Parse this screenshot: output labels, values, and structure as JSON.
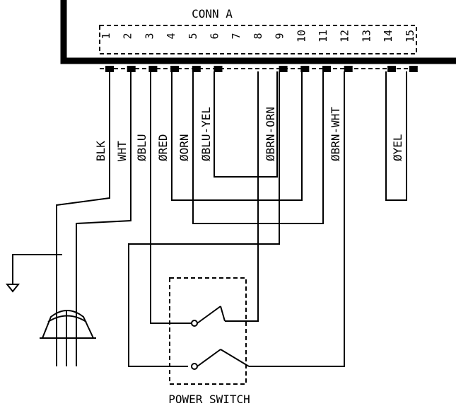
{
  "connector": {
    "title": "CONN A",
    "pins": [
      "1",
      "2",
      "3",
      "4",
      "5",
      "6",
      "7",
      "8",
      "9",
      "10",
      "11",
      "12",
      "13",
      "14",
      "15"
    ]
  },
  "wires": [
    {
      "pin": "1",
      "label": "BLK"
    },
    {
      "pin": "2",
      "label": "WHT"
    },
    {
      "pin": "3",
      "label": "ØBLU"
    },
    {
      "pin": "4",
      "label": "ØRED"
    },
    {
      "pin": "5",
      "label": "ØORN"
    },
    {
      "pin": "6",
      "label": "ØBLU-YEL"
    },
    {
      "pin": "9",
      "label": "ØBRN-ORN"
    },
    {
      "pin": "12",
      "label": "ØBRN-WHT"
    },
    {
      "pin": "15",
      "label": "ØYEL"
    }
  ],
  "switch": {
    "label": "POWER SWITCH"
  }
}
